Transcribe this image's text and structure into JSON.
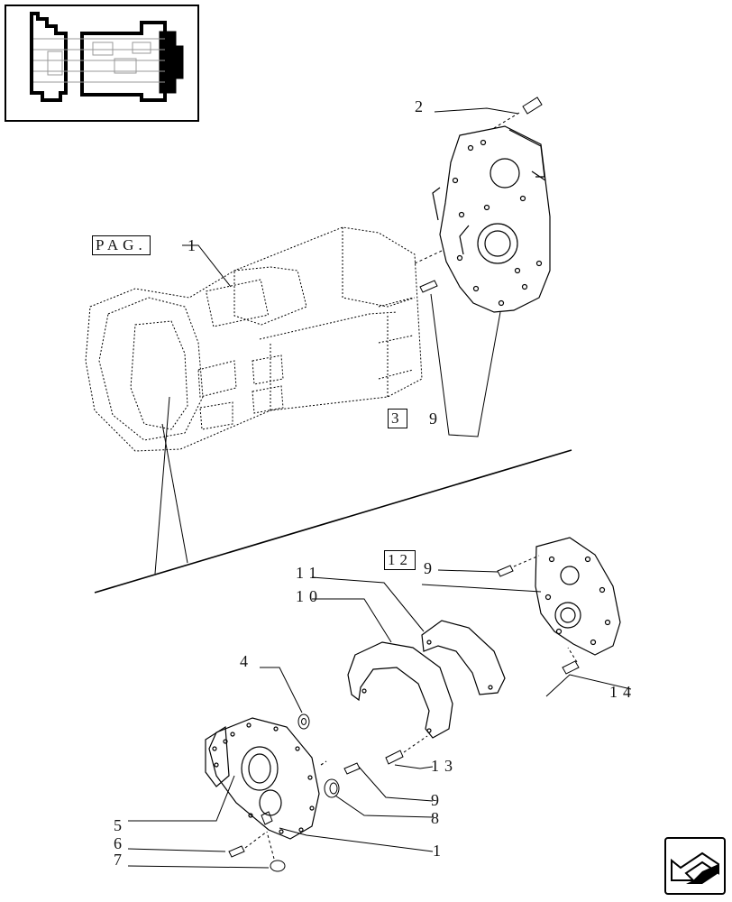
{
  "reference_boxes": {
    "pag": "PAG.",
    "pag_item": "1",
    "box_3": "3",
    "box_3_item": "9",
    "box_12": "12",
    "box_12_item": "9"
  },
  "callouts": {
    "c2": "2",
    "c11": "11",
    "c10": "10",
    "c4": "4",
    "c14": "14",
    "c13": "13",
    "c9": "9",
    "c8": "8",
    "c5": "5",
    "c6": "6",
    "c7": "7",
    "c1": "1"
  },
  "icons": {
    "thumbnail": "transmission-locator-thumbnail",
    "nav": "previous-page-arrow-icon"
  }
}
